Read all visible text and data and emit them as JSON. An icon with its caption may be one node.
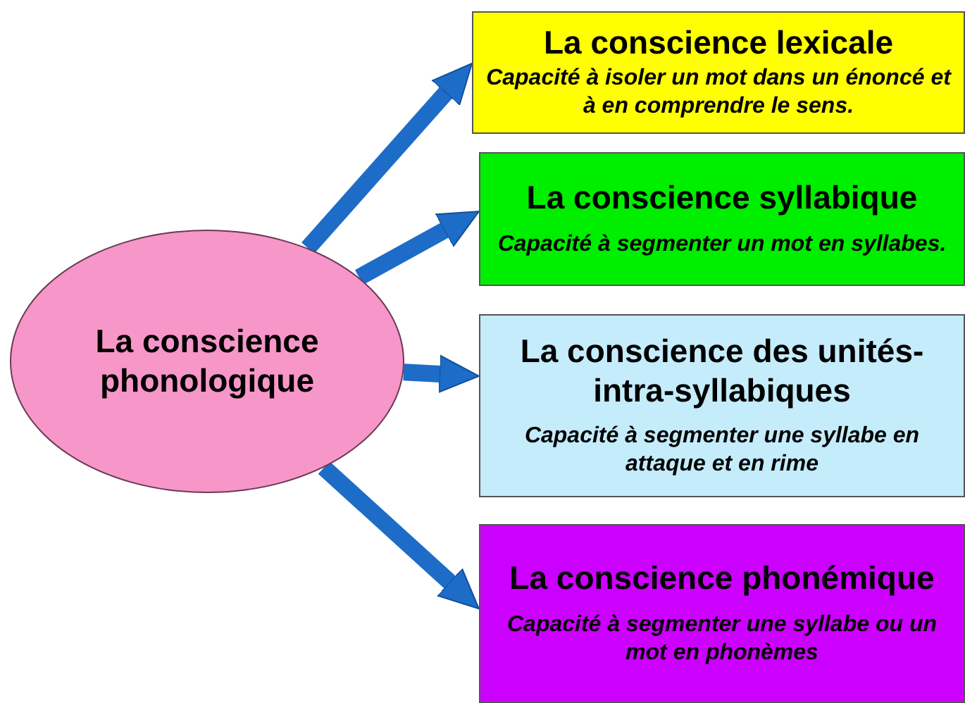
{
  "diagram": {
    "nodes": [
      {
        "text": [
          "La conscience phonologique"
        ]
      },
      {
        "text": [
          "La conscience lexicale",
          "Capacité à isoler un mot dans un énoncé et à en comprendre le sens."
        ]
      },
      {
        "text": [
          "La conscience syllabique",
          "Capacité à segmenter un mot en syllabes."
        ]
      },
      {
        "text": [
          "La conscience des unités-intra-syllabiques",
          "Capacité à segmenter une syllabe en attaque et en rime"
        ]
      },
      {
        "text": [
          "La conscience phonémique",
          "Capacité à segmenter une syllabe ou un mot en phonèmes"
        ]
      }
    ],
    "edges": [
      {
        "from": 0,
        "to": 1,
        "arrow": "to"
      },
      {
        "from": 0,
        "to": 2,
        "arrow": "to"
      },
      {
        "from": 0,
        "to": 3,
        "arrow": "to"
      },
      {
        "from": 0,
        "to": 4,
        "arrow": "to"
      }
    ]
  }
}
